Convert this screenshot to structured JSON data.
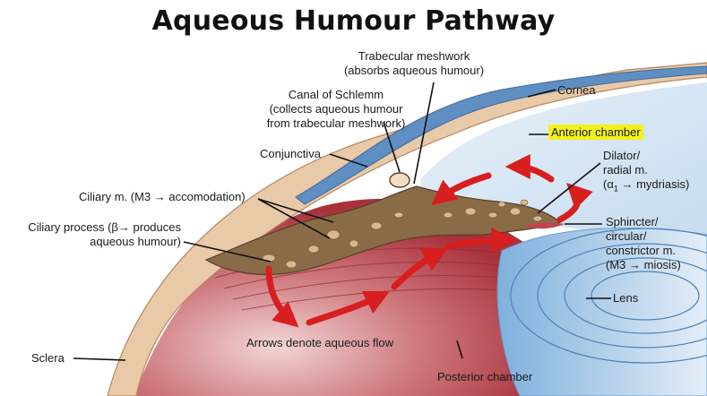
{
  "title": "Aqueous Humour Pathway",
  "labels": {
    "trabecular_line1": "Trabecular meshwork",
    "trabecular_line2": "(absorbs aqueous humour)",
    "canal_line1": "Canal of Schlemm",
    "canal_line2": "(collects aqueous humour",
    "canal_line3": "from trabecular meshwork)",
    "conjunctiva": "Conjunctiva",
    "cornea": "Cornea",
    "anterior_chamber": "Anterior chamber",
    "dilator_line1": "Dilator/",
    "dilator_line2": "radial m.",
    "dilator_line3": "(α",
    "dilator_sub": "1",
    "dilator_line3b": " → mydriasis)",
    "ciliary_m": "Ciliary m. (M3 → accomodation)",
    "ciliary_proc_line1": "Ciliary process (β→ produces",
    "ciliary_proc_line2": "aqueous humour)",
    "sphincter_line1": "Sphincter/",
    "sphincter_line2": "circular/",
    "sphincter_line3": "constrictor m.",
    "sphincter_line4": "(M3 → miosis)",
    "lens": "Lens",
    "sclera": "Sclera",
    "arrows_note": "Arrows denote aqueous flow",
    "posterior_chamber": "Posterior chamber"
  },
  "colors": {
    "highlight": "#f2f21a",
    "arrow": "#d81e1e",
    "sclera": "#e8c9a8",
    "cornea_blue": "#5f8fc2",
    "chamber": "#d9e9f6",
    "ciliary_tissue": "#8a6b47",
    "muscle": "#c0464e",
    "lens": "#a9cae8"
  }
}
